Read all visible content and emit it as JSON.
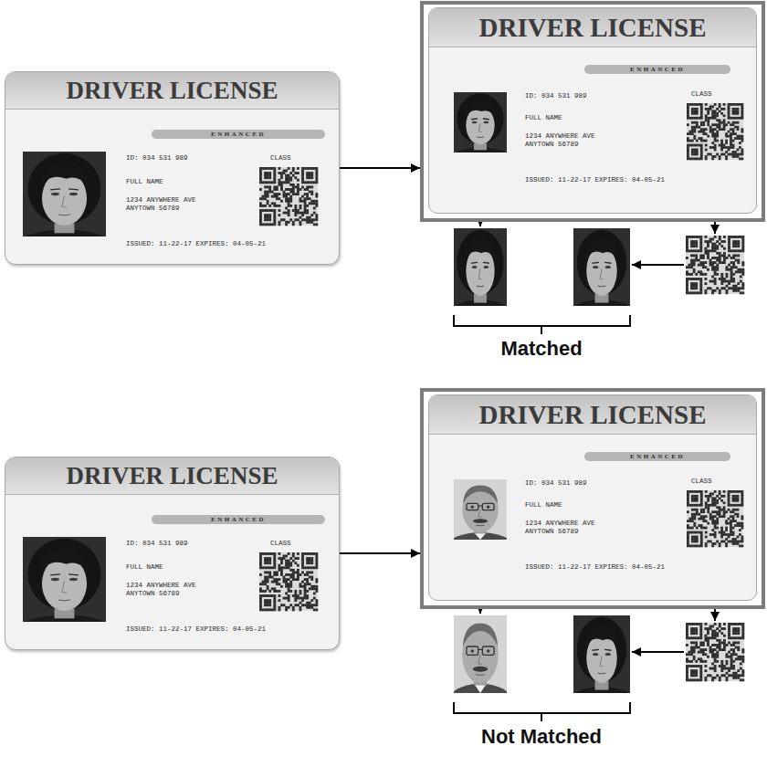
{
  "diagram": {
    "nodes": [
      {
        "text": [
          "DRIVER LICENSE",
          "ENHANCED",
          "ID: 034 531 989",
          "CLASS",
          "FULL NAME",
          "1234 ANYWHERE AVE ANYTOWN 56789",
          "ISSUED: 11-22-17 EXPIRES: 04-05-21"
        ]
      },
      {
        "text": [
          "DRIVER LICENSE",
          "ENHANCED",
          "ID: 034 531 989",
          "CLASS",
          "FULL NAME",
          "1234 ANYWHERE AVE ANYTOWN 56789",
          "ISSUED: 11-22-17 EXPIRES: 04-05-21"
        ]
      },
      {
        "text": [
          "DRIVER LICENSE",
          "ENHANCED",
          "ID: 034 531 989",
          "CLASS",
          "FULL NAME",
          "1234 ANYWHERE AVE ANYTOWN 56789",
          "ISSUED: 11-22-17 EXPIRES: 04-05-21"
        ]
      },
      {
        "text": [
          "DRIVER LICENSE",
          "ENHANCED",
          "ID: 034 531 989",
          "CLASS",
          "FULL NAME",
          "1234 ANYWHERE AVE ANYTOWN 56789",
          "ISSUED: 11-22-17 EXPIRES: 04-05-21"
        ]
      }
    ],
    "edges": [
      {
        "from": 0,
        "to": 1,
        "arrow": "to"
      },
      {
        "from": 2,
        "to": 3,
        "arrow": "to"
      }
    ],
    "labels": [
      "Matched",
      "Not Matched"
    ]
  }
}
